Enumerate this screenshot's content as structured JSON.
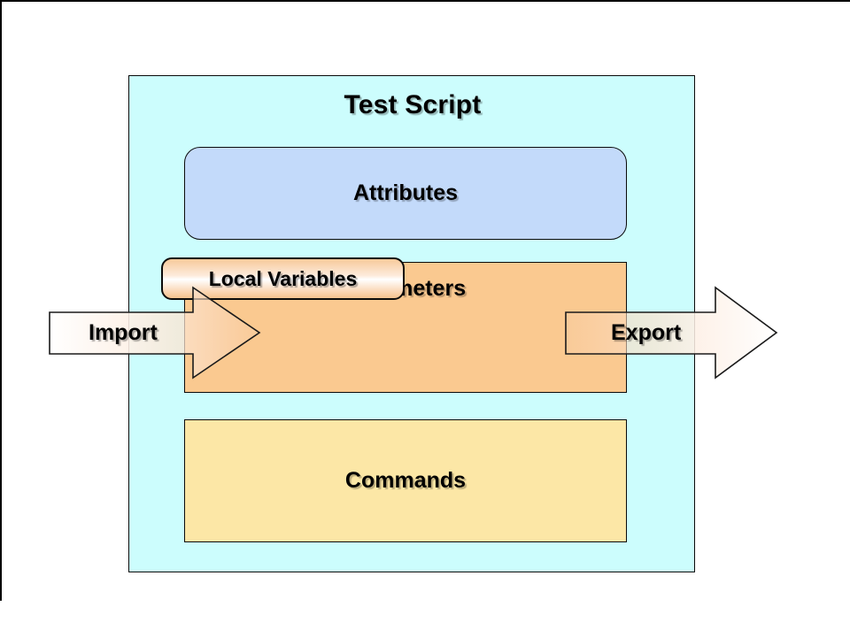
{
  "diagram": {
    "title": "Test Script",
    "outer_container_color": "#CCFDFD",
    "sections": [
      {
        "name": "attributes",
        "label": "Attributes",
        "color": "#C3DAFA",
        "shape": "rounded-rectangle"
      },
      {
        "name": "parameters",
        "label": "Parameters",
        "color": "#FAC990",
        "shape": "rectangle"
      },
      {
        "name": "commands",
        "label": "Commands",
        "color": "#FCE7A6",
        "shape": "rectangle"
      }
    ],
    "nested": {
      "name": "local-variables",
      "label": "Local Variables",
      "parent": "parameters",
      "shape": "rounded-rectangle"
    },
    "arrows": [
      {
        "name": "import-arrow",
        "label": "Import",
        "direction": "right",
        "enters": "parameters"
      },
      {
        "name": "export-arrow",
        "label": "Export",
        "direction": "right",
        "exits": "parameters"
      }
    ],
    "colors": {
      "outline": "#0A0A0A",
      "background": "#FFFFFF",
      "text": "#000000"
    }
  }
}
